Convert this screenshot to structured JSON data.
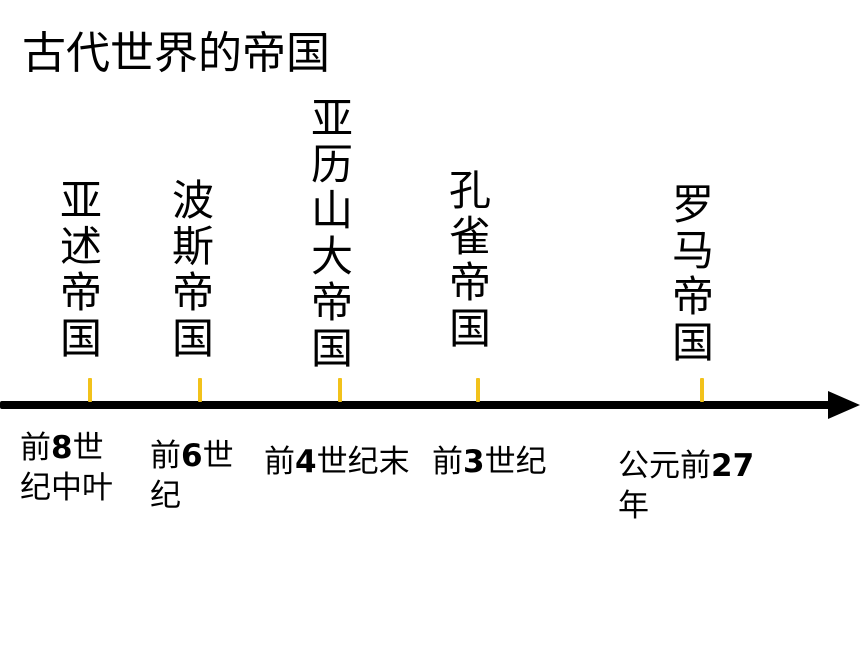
{
  "title": "古代世界的帝国",
  "colors": {
    "tick": "#f2c21b",
    "axis": "#000000"
  },
  "empires": [
    {
      "label": "亚述帝国"
    },
    {
      "label": "波斯帝国"
    },
    {
      "label": "亚历山大帝国"
    },
    {
      "label": "孔雀帝国"
    },
    {
      "label": "罗马帝国"
    }
  ],
  "dates": [
    {
      "label": "前8世纪中叶"
    },
    {
      "label": "前6世纪"
    },
    {
      "label": "前4世纪末"
    },
    {
      "label": "前3世纪"
    },
    {
      "label": "公元前27年"
    }
  ]
}
